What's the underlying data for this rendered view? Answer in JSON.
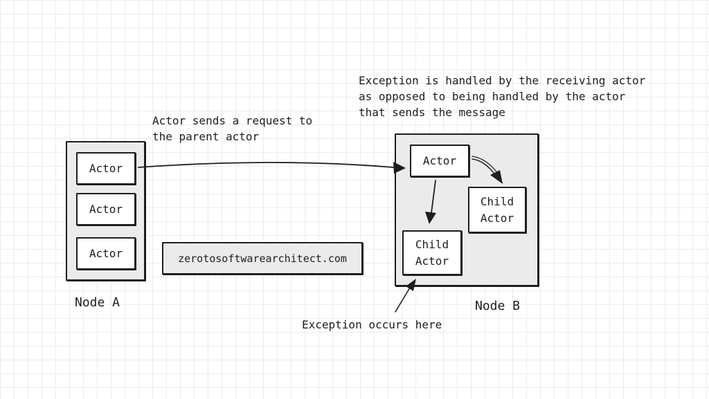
{
  "annotations": {
    "request_text": "Actor sends a request to\nthe parent actor",
    "handled_text": "Exception is handled by the receiving actor\nas opposed to being handled by the actor\nthat sends the message",
    "occurs_text": "Exception occurs here"
  },
  "node_a": {
    "label": "Node A",
    "actors": [
      "Actor",
      "Actor",
      "Actor"
    ]
  },
  "node_b": {
    "label": "Node B",
    "parent_actor": "Actor",
    "child_actor_right": "Child\nActor",
    "child_actor_left": "Child\nActor"
  },
  "watermark": {
    "text": "zerotosoftwarearchitect.com"
  },
  "colors": {
    "stroke": "#1e1e1e",
    "node_fill": "#ebebeb",
    "actor_fill": "#ffffff",
    "grid": "#ececec"
  }
}
